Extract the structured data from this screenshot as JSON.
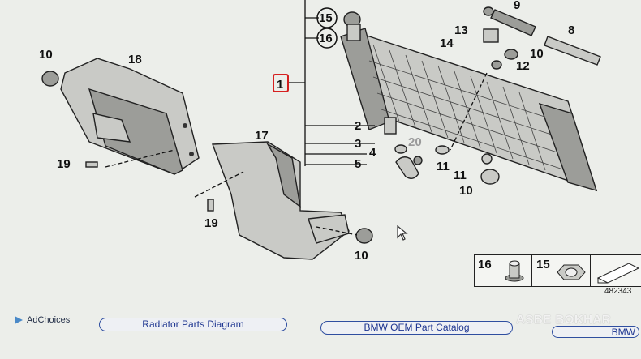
{
  "diagram": {
    "callouts": {
      "c1": "1",
      "c2": "2",
      "c3": "3",
      "c4": "4",
      "c5": "5",
      "c8": "8",
      "c9": "9",
      "c10a": "10",
      "c10b": "10",
      "c10c": "10",
      "c10d": "10",
      "c11a": "11",
      "c11b": "11",
      "c12": "12",
      "c13": "13",
      "c14": "14",
      "c15": "15",
      "c16": "16",
      "c17": "17",
      "c18": "18",
      "c19a": "19",
      "c19b": "19",
      "c20": "20"
    },
    "legend": {
      "item1": "16",
      "item2": "15"
    },
    "catalog_code": "482343"
  },
  "ads": {
    "adchoices_label": "AdChoices",
    "link1": "Radiator Parts Diagram",
    "link2": "BMW OEM Part Catalog",
    "link3": "BMW"
  },
  "watermark": "ASBE BOKHAR"
}
